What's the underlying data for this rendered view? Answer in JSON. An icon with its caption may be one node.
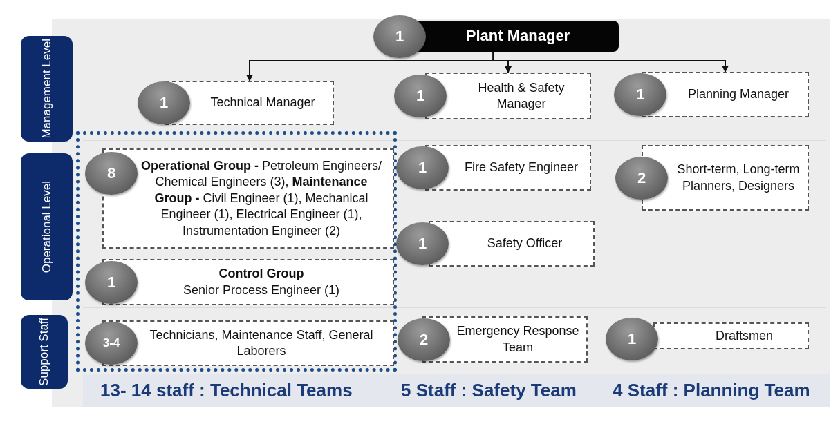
{
  "diagram": {
    "nodes": [
      {
        "text": [
          "Management Level"
        ]
      },
      {
        "text": [
          "Operational Level"
        ]
      },
      {
        "text": [
          "Support Staff"
        ]
      },
      {
        "text": [
          "1",
          "Plant Manager"
        ]
      },
      {
        "text": [
          "1",
          "Technical Manager"
        ]
      },
      {
        "text": [
          "1",
          "Health & Safety Manager"
        ]
      },
      {
        "text": [
          "1",
          "Planning Manager"
        ]
      },
      {
        "text": [],
        "shape": "box"
      },
      {
        "text": [
          "8",
          "**Operational Group -** Petroleum Engineers/ Chemical Engineers (3), **Maintenance Group -** Civil Engineer (1), Mechanical Engineer (1), Electrical Engineer (1), Instrumentation Engineer (2)"
        ],
        "in": 7
      },
      {
        "text": [
          "1",
          "Control Group",
          "Senior Process Engineer (1)"
        ],
        "in": 7
      },
      {
        "text": [
          "3-4",
          "Technicians, Maintenance Staff, General Laborers"
        ],
        "in": 7
      },
      {
        "text": [
          "1",
          "Fire Safety Engineer"
        ]
      },
      {
        "text": [
          "1",
          "Safety Officer"
        ]
      },
      {
        "text": [
          "2",
          "Emergency Response Team"
        ]
      },
      {
        "text": [
          "2",
          "Short-term, Long-term Planners, Designers"
        ]
      },
      {
        "text": [
          "1",
          "Draftsmen"
        ]
      }
    ],
    "edges": [
      {
        "from": 3,
        "to": 4,
        "arrow": "to"
      },
      {
        "from": 3,
        "to": 5,
        "arrow": "to"
      },
      {
        "from": 3,
        "to": 6,
        "arrow": "to"
      }
    ],
    "labels": [
      "13- 14 staff : Technical Teams",
      "5 Staff : Safety Team",
      "4 Staff : Planning Team"
    ]
  }
}
